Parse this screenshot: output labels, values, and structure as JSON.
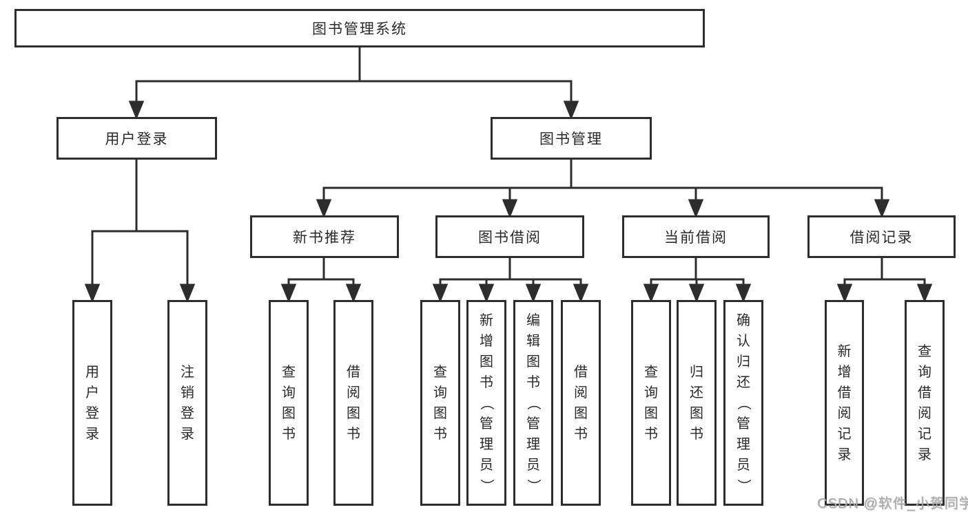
{
  "tree": {
    "root": "图书管理系统",
    "login": {
      "label": "用户登录",
      "children": [
        "用户登录",
        "注销登录"
      ]
    },
    "manage": {
      "label": "图书管理",
      "groups": [
        {
          "label": "新书推荐",
          "children": [
            "查询图书",
            "借阅图书"
          ]
        },
        {
          "label": "图书借阅",
          "children": [
            "查询图书",
            "新增图书（管理员）",
            "编辑图书（管理员）",
            "借阅图书"
          ]
        },
        {
          "label": "当前借阅",
          "children": [
            "查询图书",
            "归还图书",
            "确认归还（管理员）"
          ]
        },
        {
          "label": "借阅记录",
          "children": [
            "新增借阅记录",
            "查询借阅记录"
          ]
        }
      ]
    }
  },
  "watermark": "CSDN @软件_小贺同学",
  "colors": {
    "line": "#2d2d2d",
    "text": "#2a2a2a",
    "watermark": "#acacac",
    "background": "#ffffff"
  }
}
